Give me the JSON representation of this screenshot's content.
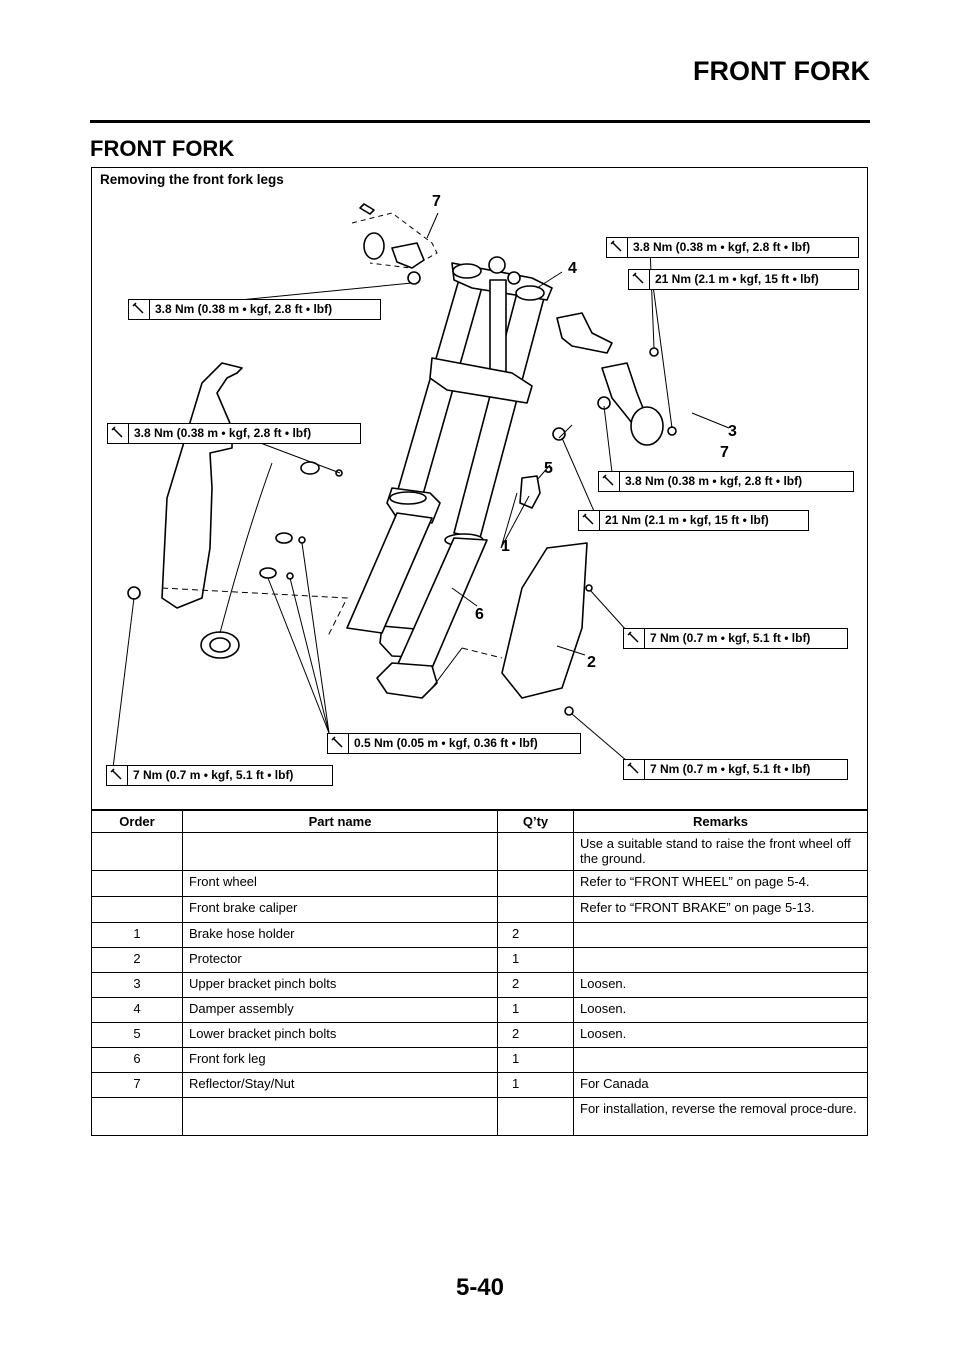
{
  "header": {
    "title": "FRONT FORK"
  },
  "section_title": "FRONT FORK",
  "figure": {
    "caption": "Removing the front fork legs",
    "torque_labels": [
      "3.8 Nm (0.38 m • kgf, 2.8 ft • lbf)",
      "21 Nm (2.1 m • kgf, 15 ft • lbf)",
      "3.8 Nm (0.38 m • kgf, 2.8 ft • lbf)",
      "3.8 Nm (0.38 m • kgf, 2.8 ft • lbf)",
      "3.8 Nm (0.38 m • kgf, 2.8 ft • lbf)",
      "21 Nm (2.1 m • kgf, 15 ft • lbf)",
      "7 Nm (0.7 m • kgf, 5.1 ft • lbf)",
      "0.5 Nm (0.05 m • kgf, 0.36 ft • lbf)",
      "7 Nm (0.7 m • kgf, 5.1 ft • lbf)",
      "7 Nm (0.7 m • kgf, 5.1 ft • lbf)"
    ],
    "callouts": [
      "7",
      "4",
      "3",
      "7",
      "5",
      "1",
      "6",
      "2"
    ]
  },
  "table": {
    "headers": [
      "Order",
      "Part name",
      "Q’ty",
      "Remarks"
    ],
    "rows": [
      {
        "order": "",
        "part": "",
        "qty": "",
        "remarks": "Use a suitable stand to raise the front wheel off the ground."
      },
      {
        "order": "",
        "part": "Front wheel",
        "qty": "",
        "remarks": "Refer to “FRONT WHEEL” on page 5-4."
      },
      {
        "order": "",
        "part": "Front brake caliper",
        "qty": "",
        "remarks": "Refer to “FRONT BRAKE” on page 5-13."
      },
      {
        "order": "1",
        "part": "Brake hose holder",
        "qty": "2",
        "remarks": ""
      },
      {
        "order": "2",
        "part": "Protector",
        "qty": "1",
        "remarks": ""
      },
      {
        "order": "3",
        "part": "Upper bracket pinch bolts",
        "qty": "2",
        "remarks": "Loosen."
      },
      {
        "order": "4",
        "part": "Damper assembly",
        "qty": "1",
        "remarks": "Loosen."
      },
      {
        "order": "5",
        "part": "Lower bracket pinch bolts",
        "qty": "2",
        "remarks": "Loosen."
      },
      {
        "order": "6",
        "part": "Front fork leg",
        "qty": "1",
        "remarks": ""
      },
      {
        "order": "7",
        "part": "Reflector/Stay/Nut",
        "qty": "1",
        "remarks": "For Canada"
      },
      {
        "order": "",
        "part": "",
        "qty": "",
        "remarks": "For installation, reverse the removal proce-dure."
      }
    ]
  },
  "page_number": "5-40"
}
